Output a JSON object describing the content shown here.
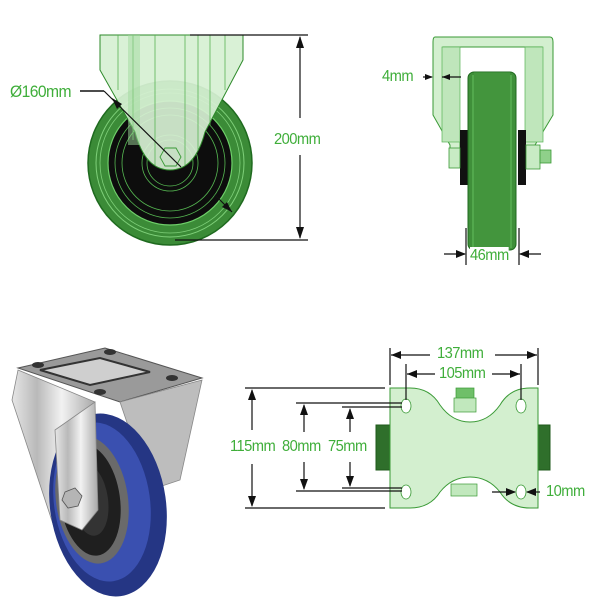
{
  "colors": {
    "label_green": "#3fae3a",
    "outline_green": "#1f7a1f",
    "bracket_fill": "#cdeccb",
    "wheel_green": "#3f8f3a",
    "wheel_dark": "#111111",
    "photo_tyre_blue": "#2a3c94",
    "photo_bracket_grey": "#c9c9c9",
    "dimension_line": "#111111"
  },
  "views": {
    "front": {
      "diameter_label": "Ø160mm",
      "height_label": "200mm"
    },
    "side": {
      "bracket_thickness_label": "4mm",
      "wheel_width_label": "46mm"
    },
    "photo": {
      "description": "Fixed castor with blue rubber wheel and steel bracket"
    },
    "top_plate": {
      "plate_width_label": "137mm",
      "hole_spacing_x_label": "105mm",
      "plate_length_label": "115mm",
      "hole_slot_outer_label": "80mm",
      "hole_spacing_y_label": "75mm",
      "bolt_hole_label": "10mm"
    }
  }
}
